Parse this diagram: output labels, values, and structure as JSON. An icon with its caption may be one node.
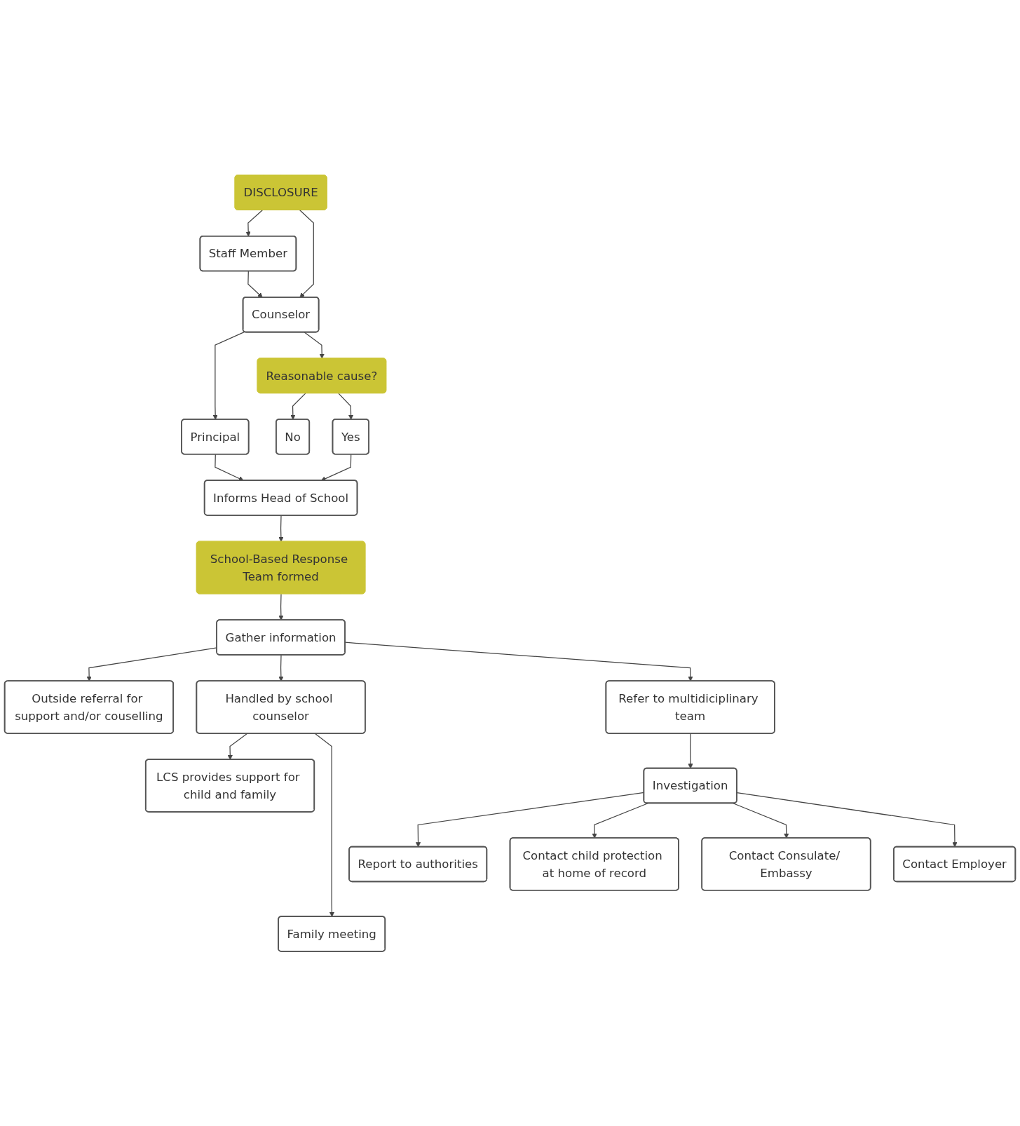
{
  "diagram": {
    "nodes": [
      {
        "text": [
          "DISCLOSURE"
        ]
      },
      {
        "text": [
          "Staff Member"
        ]
      },
      {
        "text": [
          "Counselor"
        ]
      },
      {
        "text": [
          "Principal"
        ]
      },
      {
        "text": [
          "Reasonable cause?"
        ]
      },
      {
        "text": [
          "No"
        ]
      },
      {
        "text": [
          "Yes"
        ]
      },
      {
        "text": [
          "Informs Head of School"
        ]
      },
      {
        "text": [
          "School-Based Response Team formed"
        ]
      },
      {
        "text": [
          "Outside referral for support and/or couselling"
        ]
      },
      {
        "text": [
          "Gather information"
        ]
      },
      {
        "text": [
          "Handled by school counselor"
        ]
      },
      {
        "text": [
          "Refer to multidiciplinary team"
        ]
      },
      {
        "text": [
          "LCS provides support for child and family"
        ]
      },
      {
        "text": [
          "Investigation"
        ]
      },
      {
        "text": [
          "Family meeting"
        ]
      },
      {
        "text": [
          "Report to authorities"
        ]
      },
      {
        "text": [
          "Contact Employer"
        ]
      },
      {
        "text": [
          "Contact child protection at home of record"
        ]
      },
      {
        "text": [
          "Contact Consulate/ Embassy"
        ]
      }
    ],
    "edges": [
      {
        "from": 0,
        "to": 1,
        "arrow": "to"
      },
      {
        "from": 0,
        "to": 2,
        "arrow": "to"
      },
      {
        "from": 1,
        "to": 2,
        "arrow": "to"
      },
      {
        "from": 2,
        "to": 3,
        "arrow": "to"
      },
      {
        "from": 2,
        "to": 4,
        "arrow": "to"
      },
      {
        "from": 4,
        "to": 5,
        "arrow": "to"
      },
      {
        "from": 4,
        "to": 6,
        "arrow": "to"
      },
      {
        "from": 6,
        "to": 7,
        "arrow": "to"
      },
      {
        "from": 3,
        "to": 7,
        "arrow": "to"
      },
      {
        "from": 7,
        "to": 8,
        "arrow": "to"
      },
      {
        "from": 8,
        "to": 10,
        "arrow": "to"
      },
      {
        "from": 10,
        "to": 9,
        "arrow": "to"
      },
      {
        "from": 10,
        "to": 11,
        "arrow": "to"
      },
      {
        "from": 10,
        "to": 12,
        "arrow": "to"
      },
      {
        "from": 11,
        "to": 13,
        "arrow": "to"
      },
      {
        "from": 11,
        "to": 15,
        "arrow": "to"
      },
      {
        "from": 12,
        "to": 14,
        "arrow": "to"
      },
      {
        "from": 14,
        "to": 16,
        "arrow": "to"
      },
      {
        "from": 14,
        "to": 18,
        "arrow": "to"
      },
      {
        "from": 14,
        "to": 19,
        "arrow": "to"
      },
      {
        "from": 14,
        "to": 17,
        "arrow": "to"
      }
    ]
  }
}
